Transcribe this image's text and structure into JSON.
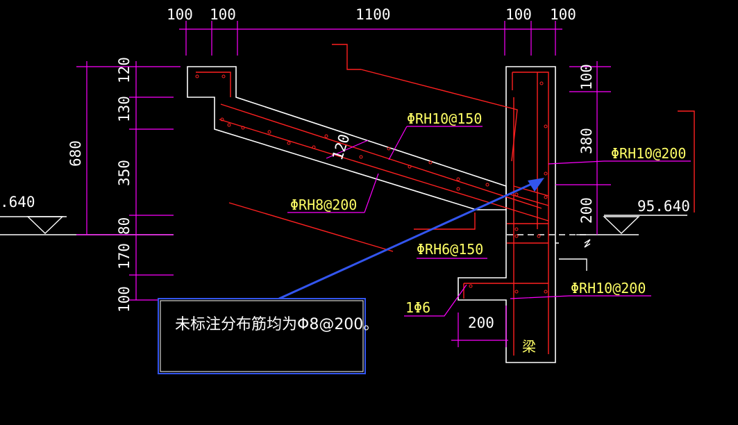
{
  "colors": {
    "background": "#000000",
    "concrete": "#ffffff",
    "rebar": "#ff2020",
    "dimension": "#ff00ff",
    "label": "#ffff66",
    "leader": "#3355ee"
  },
  "dimensions": {
    "top": [
      "100",
      "100",
      "1100",
      "100",
      "100"
    ],
    "left": [
      "120",
      "130",
      "350",
      "80",
      "170",
      "100"
    ],
    "left_total": "680",
    "right": [
      "100",
      "380",
      "200"
    ],
    "slab": "120",
    "bottom": "200"
  },
  "elevations": {
    "left": ".640",
    "right": "95.640"
  },
  "rebar_labels": {
    "top_bar": "ΦRH10@150",
    "bottom_bar": "ΦRH8@200",
    "landing_bar": "ΦRH6@150",
    "wall_bar_upper": "ΦRH10@200",
    "wall_bar_lower": "ΦRH10@200",
    "ledge_bar": "1Φ6"
  },
  "beam_label": "梁",
  "note": "未标注分布筋均为Φ8@200。"
}
